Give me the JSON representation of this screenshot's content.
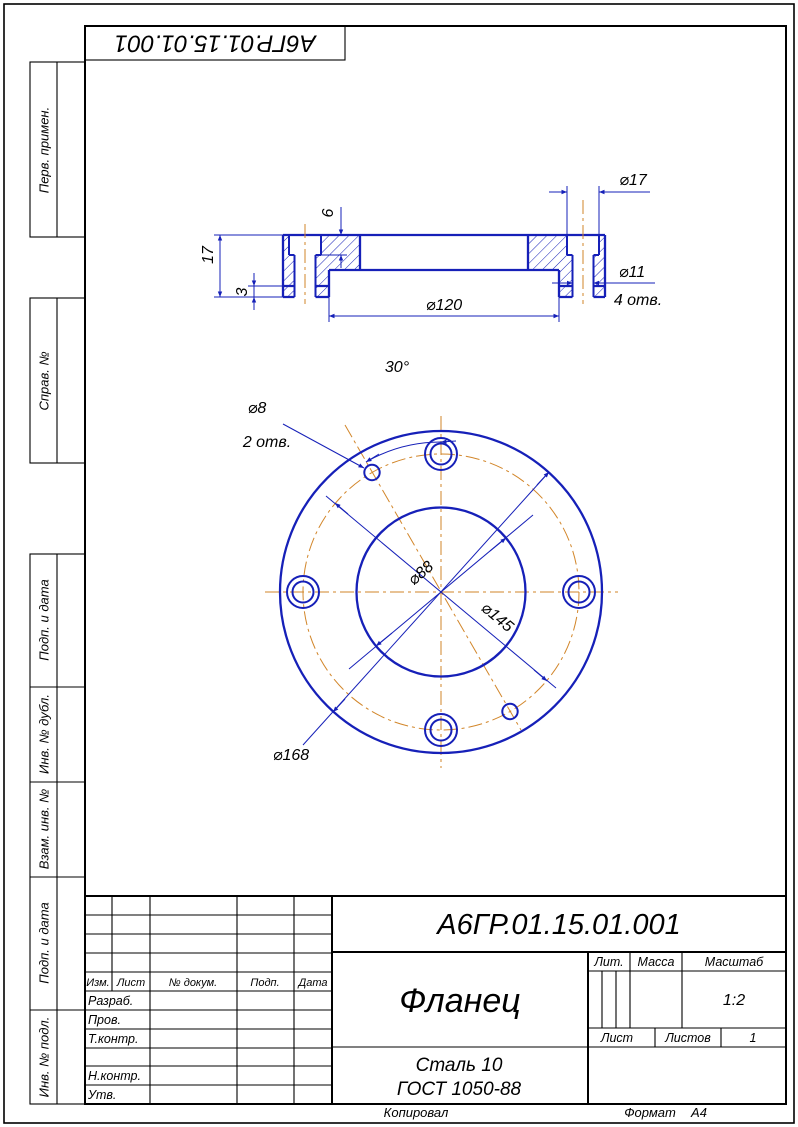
{
  "sheet": {
    "reversed_designation": "А6ГР.01.15.01.001",
    "margin": {
      "copied_label": "Копировал",
      "format_label": "Формат",
      "format_value": "А4"
    }
  },
  "side_stamps": {
    "perv_primen": "Перв. примен.",
    "sprav_no": "Справ. №",
    "podp_data_1": "Подп. и дата",
    "inv_dubl": "Инв. № дубл.",
    "vzam_inv": "Взам. инв. №",
    "podp_data_2": "Подп. и дата",
    "inv_podl": "Инв. № подл."
  },
  "dims": {
    "section": {
      "height": "17",
      "lip": "3",
      "counterbore_depth": "6",
      "hub_dia": "⌀120",
      "counterbore_dia": "⌀17",
      "hole_dia": "⌀11",
      "holes_note": "4 отв."
    },
    "front": {
      "angle": "30°",
      "pin_dia": "⌀8",
      "pins_note": "2 отв.",
      "bore_dia": "⌀88",
      "bolt_circle_dia": "⌀145",
      "outer_dia": "⌀168"
    }
  },
  "title_block": {
    "designation": "А6ГР.01.15.01.001",
    "part_name": "Фланец",
    "material_line1": "Сталь 10",
    "material_line2": "ГОСТ 1050-88",
    "lit_label": "Лит.",
    "mass_label": "Масса",
    "scale_label": "Масштаб",
    "scale_value": "1:2",
    "sheet_label": "Лист",
    "sheets_label": "Листов",
    "sheets_value": "1",
    "header": {
      "izm": "Изм.",
      "list": "Лист",
      "doc": "№ докум.",
      "podp": "Подп.",
      "data": "Дата"
    },
    "roles": {
      "razrab": "Разраб.",
      "prov": "Пров.",
      "tkontr": "Т.контр.",
      "nkontr": "Н.контр.",
      "utv": "Утв."
    }
  },
  "colors": {
    "line": "#1620b8",
    "center": "#d2862a",
    "text": "#000000"
  }
}
